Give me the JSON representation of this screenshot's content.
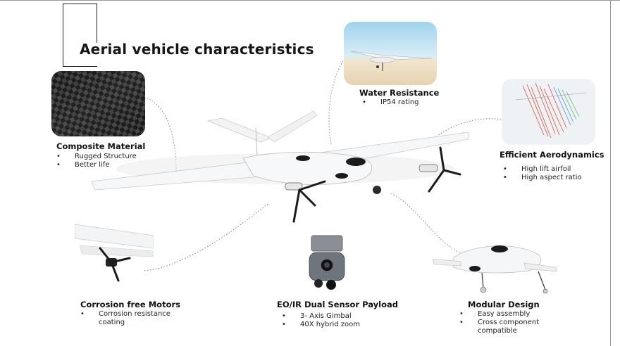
{
  "slide": {
    "title": "Aerial vehicle characteristics"
  },
  "features": {
    "composite": {
      "title": "Composite Material",
      "items": [
        "Rugged Structure",
        "Better life"
      ]
    },
    "water": {
      "title": "Water Resistance",
      "items": [
        "IP54 rating"
      ]
    },
    "aero": {
      "title": "Efficient Aerodynamics",
      "items": [
        "High lift airfoil",
        "High aspect ratio"
      ]
    },
    "motors": {
      "title": "Corrosion free Motors",
      "items": [
        "Corrosion resistance",
        "coating"
      ]
    },
    "sensor": {
      "title": "EO/IR Dual Sensor Payload",
      "items": [
        "3- Axis Gimbal",
        "40X hybrid zoom"
      ]
    },
    "modular": {
      "title": "Modular Design",
      "items": [
        "Easy assembly",
        "Cross component",
        "compatible"
      ]
    }
  },
  "colors": {
    "aircraft_body": "#f4f5f6",
    "aircraft_dark": "#1b1b1b",
    "carbon": "#2a2a2a",
    "sky": "#bfe3f2",
    "sand": "#efe2cc",
    "cfd_red": "#d9331c"
  }
}
